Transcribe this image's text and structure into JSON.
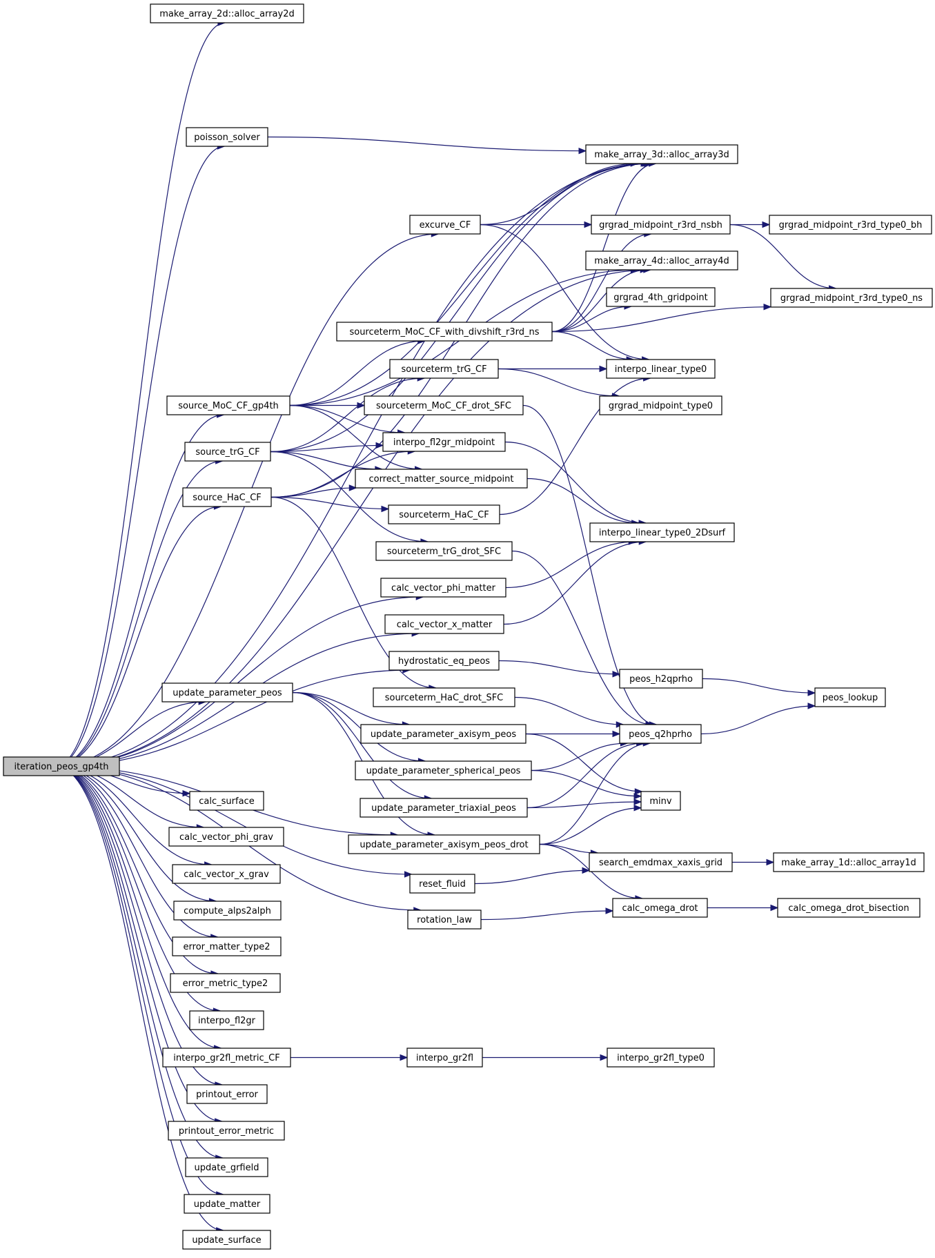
{
  "graph": {
    "colors": {
      "edge": "#191970",
      "root_fill": "#bfbfbf",
      "node_fill": "#ffffff",
      "node_border": "#000000"
    },
    "nodes": [
      {
        "id": "root",
        "label": "iteration_peos_gp4th"
      },
      {
        "id": "alloc2d",
        "label": "make_array_2d::alloc_array2d"
      },
      {
        "id": "poisson",
        "label": "poisson_solver"
      },
      {
        "id": "alloc3d",
        "label": "make_array_3d::alloc_array3d"
      },
      {
        "id": "excurve",
        "label": "excurve_CF"
      },
      {
        "id": "ggnsbh",
        "label": "grgrad_midpoint_r3rd_nsbh"
      },
      {
        "id": "ggbh",
        "label": "grgrad_midpoint_r3rd_type0_bh"
      },
      {
        "id": "alloc4d",
        "label": "make_array_4d::alloc_array4d"
      },
      {
        "id": "gg4th",
        "label": "grgrad_4th_gridpoint"
      },
      {
        "id": "ggns",
        "label": "grgrad_midpoint_r3rd_type0_ns"
      },
      {
        "id": "stmoc",
        "label": "sourceterm_MoC_CF_with_divshift_r3rd_ns"
      },
      {
        "id": "sttrg",
        "label": "sourceterm_trG_CF"
      },
      {
        "id": "ilt0",
        "label": "interpo_linear_type0"
      },
      {
        "id": "ggmid",
        "label": "grgrad_midpoint_type0"
      },
      {
        "id": "smoc",
        "label": "source_MoC_CF_gp4th"
      },
      {
        "id": "stmocd",
        "label": "sourceterm_MoC_CF_drot_SFC"
      },
      {
        "id": "strg",
        "label": "source_trG_CF"
      },
      {
        "id": "ifl2gr",
        "label": "interpo_fl2gr_midpoint"
      },
      {
        "id": "cms",
        "label": "correct_matter_source_midpoint"
      },
      {
        "id": "shac",
        "label": "source_HaC_CF"
      },
      {
        "id": "sthac",
        "label": "sourceterm_HaC_CF"
      },
      {
        "id": "il2d",
        "label": "interpo_linear_type0_2Dsurf"
      },
      {
        "id": "sttrgd",
        "label": "sourceterm_trG_drot_SFC"
      },
      {
        "id": "cvpm",
        "label": "calc_vector_phi_matter"
      },
      {
        "id": "cvxm",
        "label": "calc_vector_x_matter"
      },
      {
        "id": "hyd",
        "label": "hydrostatic_eq_peos"
      },
      {
        "id": "h2q",
        "label": "peos_h2qprho"
      },
      {
        "id": "upp",
        "label": "update_parameter_peos"
      },
      {
        "id": "sthacd",
        "label": "sourceterm_HaC_drot_SFC"
      },
      {
        "id": "lookup",
        "label": "peos_lookup"
      },
      {
        "id": "upax",
        "label": "update_parameter_axisym_peos"
      },
      {
        "id": "q2h",
        "label": "peos_q2hprho"
      },
      {
        "id": "upsph",
        "label": "update_parameter_spherical_peos"
      },
      {
        "id": "minv",
        "label": "minv"
      },
      {
        "id": "uptri",
        "label": "update_parameter_triaxial_peos"
      },
      {
        "id": "upaxd",
        "label": "update_parameter_axisym_peos_drot"
      },
      {
        "id": "search",
        "label": "search_emdmax_xaxis_grid"
      },
      {
        "id": "alloc1d",
        "label": "make_array_1d::alloc_array1d"
      },
      {
        "id": "reset",
        "label": "reset_fluid"
      },
      {
        "id": "comega",
        "label": "calc_omega_drot"
      },
      {
        "id": "comegab",
        "label": "calc_omega_drot_bisection"
      },
      {
        "id": "rot",
        "label": "rotation_law"
      },
      {
        "id": "csurf",
        "label": "calc_surface"
      },
      {
        "id": "cvpg",
        "label": "calc_vector_phi_grav"
      },
      {
        "id": "cvxg",
        "label": "calc_vector_x_grav"
      },
      {
        "id": "alps",
        "label": "compute_alps2alph"
      },
      {
        "id": "emt",
        "label": "error_matter_type2"
      },
      {
        "id": "emet",
        "label": "error_metric_type2"
      },
      {
        "id": "ifl",
        "label": "interpo_fl2gr"
      },
      {
        "id": "igr2flm",
        "label": "interpo_gr2fl_metric_CF"
      },
      {
        "id": "igr2fl",
        "label": "interpo_gr2fl"
      },
      {
        "id": "igr2flt",
        "label": "interpo_gr2fl_type0"
      },
      {
        "id": "perr",
        "label": "printout_error"
      },
      {
        "id": "perrm",
        "label": "printout_error_metric"
      },
      {
        "id": "ugr",
        "label": "update_grfield"
      },
      {
        "id": "umat",
        "label": "update_matter"
      },
      {
        "id": "usurf",
        "label": "update_surface"
      }
    ],
    "edges": [
      [
        "root",
        "alloc2d"
      ],
      [
        "root",
        "alloc3d"
      ],
      [
        "root",
        "poisson"
      ],
      [
        "root",
        "excurve"
      ],
      [
        "root",
        "alloc4d"
      ],
      [
        "root",
        "smoc"
      ],
      [
        "root",
        "strg"
      ],
      [
        "root",
        "shac"
      ],
      [
        "root",
        "cvpm"
      ],
      [
        "root",
        "cvxm"
      ],
      [
        "root",
        "hyd"
      ],
      [
        "root",
        "upp"
      ],
      [
        "root",
        "upaxd"
      ],
      [
        "root",
        "rot"
      ],
      [
        "root",
        "reset"
      ],
      [
        "root",
        "csurf"
      ],
      [
        "root",
        "cvpg"
      ],
      [
        "root",
        "cvxg"
      ],
      [
        "root",
        "alps"
      ],
      [
        "root",
        "emt"
      ],
      [
        "root",
        "emet"
      ],
      [
        "root",
        "ifl"
      ],
      [
        "root",
        "igr2flm"
      ],
      [
        "root",
        "perr"
      ],
      [
        "root",
        "perrm"
      ],
      [
        "root",
        "ugr"
      ],
      [
        "root",
        "umat"
      ],
      [
        "root",
        "usurf"
      ],
      [
        "poisson",
        "alloc3d"
      ],
      [
        "excurve",
        "alloc3d"
      ],
      [
        "excurve",
        "ggnsbh"
      ],
      [
        "excurve",
        "ilt0"
      ],
      [
        "ggnsbh",
        "ggbh"
      ],
      [
        "ggnsbh",
        "ggns"
      ],
      [
        "stmoc",
        "alloc3d"
      ],
      [
        "stmoc",
        "ggnsbh"
      ],
      [
        "stmoc",
        "alloc4d"
      ],
      [
        "stmoc",
        "gg4th"
      ],
      [
        "stmoc",
        "ggns"
      ],
      [
        "stmoc",
        "ilt0"
      ],
      [
        "sttrg",
        "ilt0"
      ],
      [
        "sttrg",
        "ggmid"
      ],
      [
        "smoc",
        "alloc3d"
      ],
      [
        "smoc",
        "alloc4d"
      ],
      [
        "smoc",
        "stmoc"
      ],
      [
        "smoc",
        "stmocd"
      ],
      [
        "smoc",
        "ifl2gr"
      ],
      [
        "smoc",
        "cms"
      ],
      [
        "strg",
        "alloc3d"
      ],
      [
        "strg",
        "sttrg"
      ],
      [
        "strg",
        "ifl2gr"
      ],
      [
        "strg",
        "cms"
      ],
      [
        "strg",
        "sttrgd"
      ],
      [
        "shac",
        "alloc3d"
      ],
      [
        "shac",
        "ifl2gr"
      ],
      [
        "shac",
        "cms"
      ],
      [
        "shac",
        "sthac"
      ],
      [
        "shac",
        "sthacd"
      ],
      [
        "stmocd",
        "q2h"
      ],
      [
        "ifl2gr",
        "il2d"
      ],
      [
        "cms",
        "il2d"
      ],
      [
        "sthac",
        "ilt0"
      ],
      [
        "sttrgd",
        "q2h"
      ],
      [
        "cvpm",
        "il2d"
      ],
      [
        "cvxm",
        "il2d"
      ],
      [
        "hyd",
        "h2q"
      ],
      [
        "h2q",
        "lookup"
      ],
      [
        "sthacd",
        "q2h"
      ],
      [
        "q2h",
        "lookup"
      ],
      [
        "upp",
        "upax"
      ],
      [
        "upp",
        "upsph"
      ],
      [
        "upp",
        "uptri"
      ],
      [
        "upp",
        "upaxd"
      ],
      [
        "upax",
        "q2h"
      ],
      [
        "upax",
        "minv"
      ],
      [
        "upsph",
        "q2h"
      ],
      [
        "upsph",
        "minv"
      ],
      [
        "uptri",
        "q2h"
      ],
      [
        "uptri",
        "minv"
      ],
      [
        "upaxd",
        "q2h"
      ],
      [
        "upaxd",
        "minv"
      ],
      [
        "upaxd",
        "search"
      ],
      [
        "upaxd",
        "comega"
      ],
      [
        "search",
        "alloc1d"
      ],
      [
        "reset",
        "search"
      ],
      [
        "comega",
        "comegab"
      ],
      [
        "rot",
        "comega"
      ],
      [
        "igr2flm",
        "igr2fl"
      ],
      [
        "igr2fl",
        "igr2flt"
      ]
    ]
  }
}
